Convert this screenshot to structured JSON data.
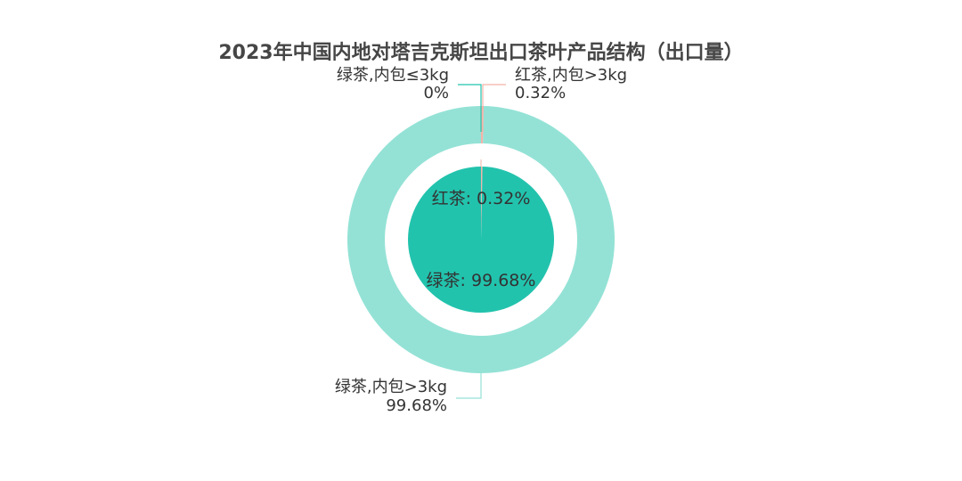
{
  "chart_data": {
    "type": "pie",
    "title": "2023年中国内地对塔吉克斯坦出口茶叶产品结构（出口量）",
    "inner": {
      "slices": [
        {
          "name": "红茶",
          "value": 0.32,
          "label": "红茶: 0.32%",
          "color": "#f4b3a8"
        },
        {
          "name": "绿茶",
          "value": 99.68,
          "label": "绿茶: 99.68%",
          "color": "#22c3ad"
        }
      ]
    },
    "outer": {
      "slices": [
        {
          "name": "绿茶,内包≤3kg",
          "value": 0.0,
          "value_label": "0%",
          "color": "#22c3ad"
        },
        {
          "name": "红茶,内包>3kg",
          "value": 0.32,
          "value_label": "0.32%",
          "color": "#f4b3a8"
        },
        {
          "name": "绿茶,内包>3kg",
          "value": 99.68,
          "value_label": "99.68%",
          "color": "#94e2d6"
        }
      ]
    }
  }
}
